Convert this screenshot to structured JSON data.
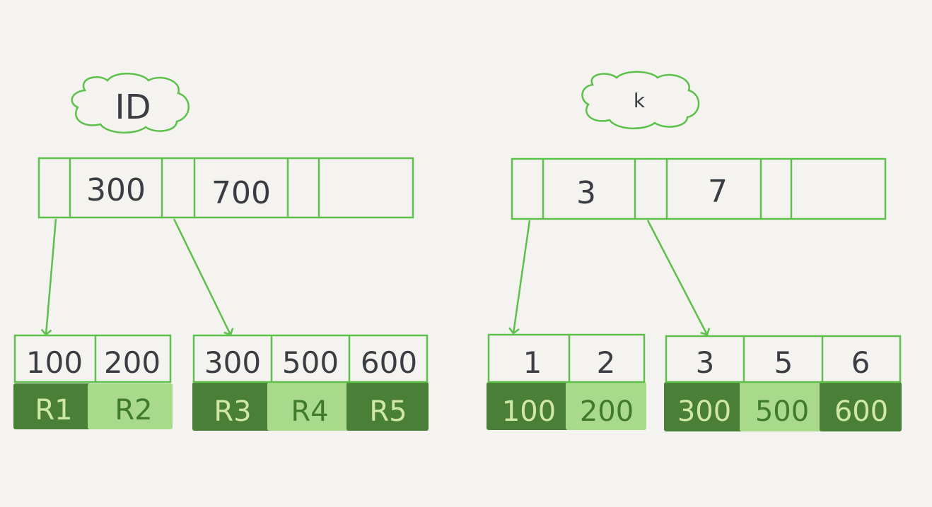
{
  "colors": {
    "background": "#f4f3f0",
    "line": "#5cc04a",
    "dark_row": "#4a7f38",
    "light_row": "#a9d98a",
    "text": "#3a3d42"
  },
  "trees": [
    {
      "name": "ID",
      "root": [
        "",
        "300",
        "",
        "700",
        "",
        ""
      ],
      "leaves": [
        {
          "keys": [
            "100",
            "200"
          ],
          "rows": [
            "R1",
            "R2"
          ]
        },
        {
          "keys": [
            "300",
            "500",
            "600"
          ],
          "rows": [
            "R3",
            "R4",
            "R5"
          ]
        }
      ]
    },
    {
      "name": "k",
      "root": [
        "",
        "3",
        "",
        "7",
        "",
        ""
      ],
      "leaves": [
        {
          "keys": [
            "1",
            "2"
          ],
          "rows": [
            "100",
            "200"
          ]
        },
        {
          "keys": [
            "3",
            "5",
            "6"
          ],
          "rows": [
            "300",
            "500",
            "600"
          ]
        }
      ]
    }
  ]
}
